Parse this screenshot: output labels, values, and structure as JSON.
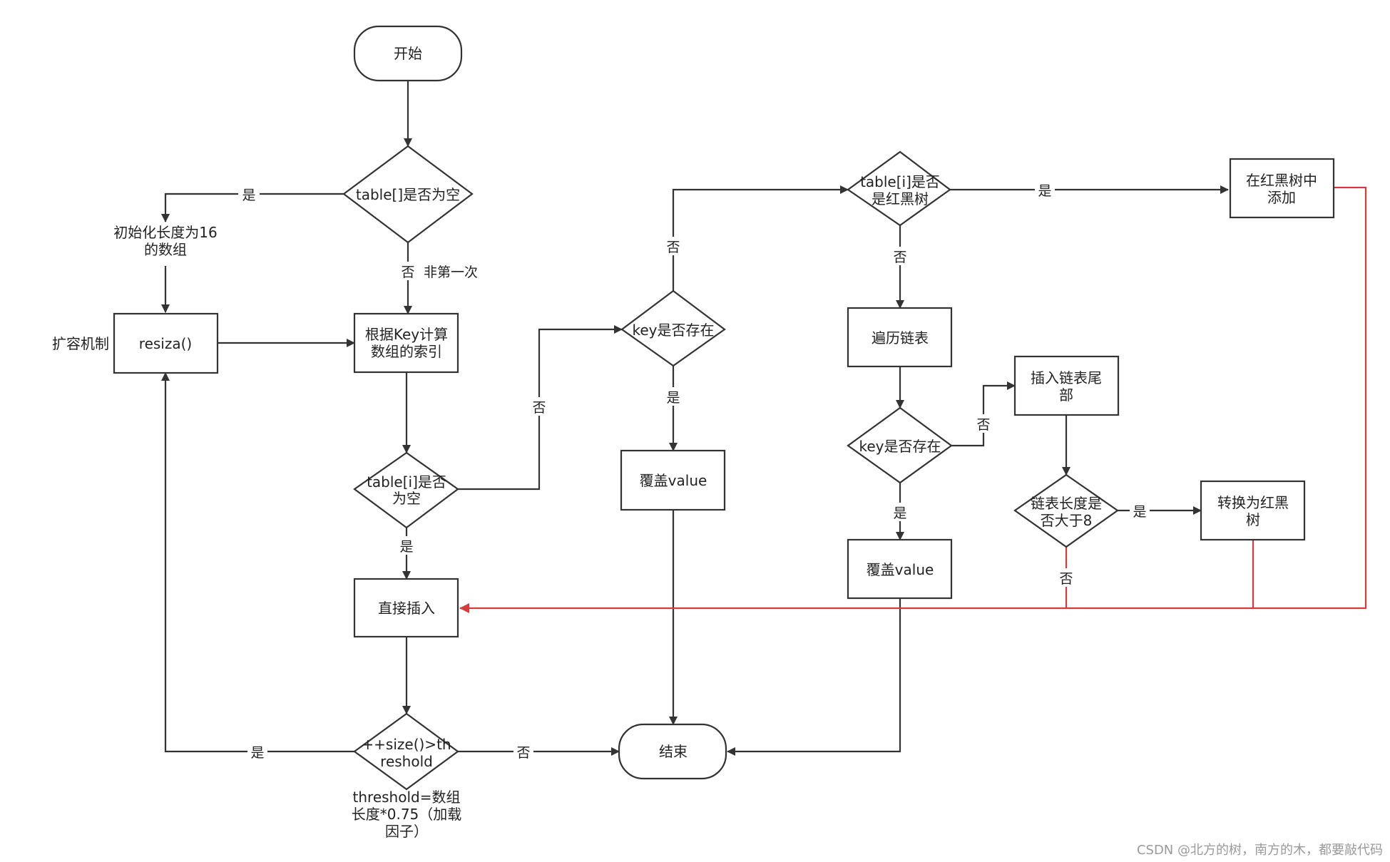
{
  "nodes": {
    "start": "开始",
    "table_empty": "table[]是否为空",
    "init": [
      "初始化长度为16",
      "的数组"
    ],
    "resize": "resiza()",
    "calc_index": [
      "根据Key计算",
      "数组的索引"
    ],
    "ti_empty": [
      "table[i]是否",
      "为空"
    ],
    "insert": "直接插入",
    "size_check": [
      "++size()>th",
      "reshold"
    ],
    "key_exists_1": "key是否存在",
    "overwrite_1": "覆盖value",
    "is_tree": [
      "table[i]是否",
      "是红黑树"
    ],
    "tree_add": [
      "在红黑树中",
      "添加"
    ],
    "traverse": "遍历链表",
    "key_exists_2": "key是否存在",
    "overwrite_2": "覆盖value",
    "append_tail": [
      "插入链表尾",
      "部"
    ],
    "len_check": [
      "链表长度是",
      "否大于8"
    ],
    "to_tree": [
      "转换为红黑",
      "树"
    ],
    "end": "结束"
  },
  "edge_labels": {
    "yes": "是",
    "no": "否",
    "not_first": "非第一次"
  },
  "notes": {
    "expand": "扩容机制",
    "threshold": [
      "threshold=数组",
      "长度*0.75（加载",
      "因子）"
    ]
  },
  "watermark": "CSDN @北方的树，南方的木，都要敲代码"
}
